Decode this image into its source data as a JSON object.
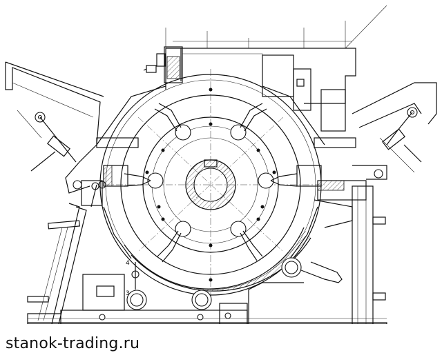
{
  "watermark": {
    "text": "stanok-trading.ru"
  },
  "callouts": [
    {
      "text": "4"
    },
    {
      "text": "3"
    }
  ],
  "colors": {
    "ink": "#111111",
    "paper": "#ffffff"
  }
}
